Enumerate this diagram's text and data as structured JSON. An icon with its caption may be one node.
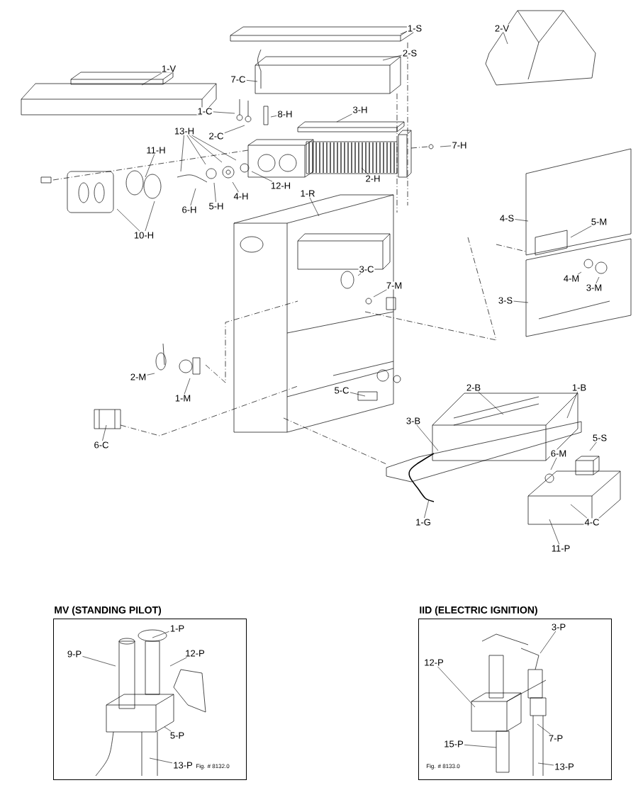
{
  "diagram": {
    "nodes": [
      {
        "text": [
          "1-S"
        ]
      },
      {
        "text": [
          "2-V"
        ]
      },
      {
        "text": [
          "1-V"
        ]
      },
      {
        "text": [
          "2-S"
        ]
      },
      {
        "text": [
          "7-C"
        ]
      },
      {
        "text": [
          "1-C"
        ]
      },
      {
        "text": [
          "2-C"
        ]
      },
      {
        "text": [
          "8-H"
        ]
      },
      {
        "text": [
          "3-H"
        ]
      },
      {
        "text": [
          "7-H"
        ]
      },
      {
        "text": [
          "13-H"
        ]
      },
      {
        "text": [
          "11-H"
        ]
      },
      {
        "text": [
          "2-H"
        ]
      },
      {
        "text": [
          "4-H"
        ]
      },
      {
        "text": [
          "12-H"
        ]
      },
      {
        "text": [
          "1-R"
        ]
      },
      {
        "text": [
          "5-H"
        ]
      },
      {
        "text": [
          "6-H"
        ]
      },
      {
        "text": [
          "10-H"
        ]
      },
      {
        "text": [
          "4-S"
        ]
      },
      {
        "text": [
          "5-M"
        ]
      },
      {
        "text": [
          "3-C"
        ]
      },
      {
        "text": [
          "7-M"
        ]
      },
      {
        "text": [
          "4-M"
        ]
      },
      {
        "text": [
          "3-M"
        ]
      },
      {
        "text": [
          "3-S"
        ]
      },
      {
        "text": [
          "2-M"
        ]
      },
      {
        "text": [
          "1-M"
        ]
      },
      {
        "text": [
          "5-C"
        ]
      },
      {
        "text": [
          "2-B"
        ]
      },
      {
        "text": [
          "1-B"
        ]
      },
      {
        "text": [
          "3-B"
        ]
      },
      {
        "text": [
          "6-M"
        ]
      },
      {
        "text": [
          "5-S"
        ]
      },
      {
        "text": [
          "6-C"
        ]
      },
      {
        "text": [
          "1-G"
        ]
      },
      {
        "text": [
          "4-C"
        ]
      },
      {
        "text": [
          "11-P"
        ]
      },
      {
        "text": [
          "MV (STANDING PILOT)",
          "Fig. # 8132.0"
        ]
      },
      {
        "text": [
          "1-P"
        ],
        "in": 38
      },
      {
        "text": [
          "9-P"
        ],
        "in": 38
      },
      {
        "text": [
          "12-P"
        ],
        "in": 38
      },
      {
        "text": [
          "5-P"
        ],
        "in": 38
      },
      {
        "text": [
          "13-P"
        ],
        "in": 38
      },
      {
        "text": [
          "IID (ELECTRIC IGNITION)",
          "Fig. # 8133.0"
        ]
      },
      {
        "text": [
          "3-P"
        ],
        "in": 44
      },
      {
        "text": [
          "12-P"
        ],
        "in": 44
      },
      {
        "text": [
          "15-P"
        ],
        "in": 44
      },
      {
        "text": [
          "7-P"
        ],
        "in": 44
      },
      {
        "text": [
          "13-P"
        ],
        "in": 44
      }
    ],
    "edges": [
      {
        "from": 0,
        "to": null,
        "arrow": "none"
      },
      {
        "from": 1,
        "to": null,
        "arrow": "none"
      },
      {
        "from": 2,
        "to": null,
        "arrow": "none"
      },
      {
        "from": 3,
        "to": null,
        "arrow": "none"
      },
      {
        "from": 4,
        "to": null,
        "arrow": "none"
      },
      {
        "from": 5,
        "to": null,
        "arrow": "none"
      },
      {
        "from": 6,
        "to": null,
        "arrow": "none"
      },
      {
        "from": 7,
        "to": null,
        "arrow": "none"
      },
      {
        "from": 8,
        "to": null,
        "arrow": "none"
      },
      {
        "from": 9,
        "to": null,
        "arrow": "none"
      },
      {
        "from": 10,
        "to": null,
        "arrow": "none"
      },
      {
        "from": 10,
        "to": null,
        "arrow": "none"
      },
      {
        "from": 10,
        "to": null,
        "arrow": "none"
      },
      {
        "from": 10,
        "to": null,
        "arrow": "none"
      },
      {
        "from": 11,
        "to": null,
        "arrow": "none"
      },
      {
        "from": 12,
        "to": null,
        "arrow": "none"
      },
      {
        "from": 13,
        "to": null,
        "arrow": "none"
      },
      {
        "from": 14,
        "to": null,
        "arrow": "none"
      },
      {
        "from": 15,
        "to": null,
        "arrow": "none"
      },
      {
        "from": 16,
        "to": null,
        "arrow": "none"
      },
      {
        "from": 17,
        "to": null,
        "arrow": "none"
      },
      {
        "from": 18,
        "to": null,
        "arrow": "none"
      },
      {
        "from": 18,
        "to": null,
        "arrow": "none"
      },
      {
        "from": 19,
        "to": null,
        "arrow": "none"
      },
      {
        "from": 20,
        "to": null,
        "arrow": "none"
      },
      {
        "from": 21,
        "to": null,
        "arrow": "none"
      },
      {
        "from": 22,
        "to": null,
        "arrow": "none"
      },
      {
        "from": 23,
        "to": null,
        "arrow": "none"
      },
      {
        "from": 24,
        "to": null,
        "arrow": "none"
      },
      {
        "from": 25,
        "to": null,
        "arrow": "none"
      },
      {
        "from": 26,
        "to": null,
        "arrow": "none"
      },
      {
        "from": 27,
        "to": null,
        "arrow": "none"
      },
      {
        "from": 28,
        "to": null,
        "arrow": "none"
      },
      {
        "from": 29,
        "to": null,
        "arrow": "none"
      },
      {
        "from": 30,
        "to": null,
        "arrow": "none"
      },
      {
        "from": 31,
        "to": null,
        "arrow": "none"
      },
      {
        "from": 32,
        "to": null,
        "arrow": "none"
      },
      {
        "from": 33,
        "to": null,
        "arrow": "none"
      },
      {
        "from": 34,
        "to": null,
        "arrow": "none"
      },
      {
        "from": 35,
        "to": null,
        "arrow": "none"
      },
      {
        "from": 36,
        "to": null,
        "arrow": "none"
      },
      {
        "from": 37,
        "to": null,
        "arrow": "none"
      },
      {
        "from": 39,
        "to": null,
        "arrow": "none"
      },
      {
        "from": 40,
        "to": null,
        "arrow": "none"
      },
      {
        "from": 41,
        "to": null,
        "arrow": "none"
      },
      {
        "from": 42,
        "to": null,
        "arrow": "none"
      },
      {
        "from": 43,
        "to": null,
        "arrow": "none"
      },
      {
        "from": 45,
        "to": null,
        "arrow": "none"
      },
      {
        "from": 46,
        "to": null,
        "arrow": "none"
      },
      {
        "from": 47,
        "to": null,
        "arrow": "none"
      },
      {
        "from": 48,
        "to": null,
        "arrow": "none"
      },
      {
        "from": 49,
        "to": null,
        "arrow": "none"
      }
    ]
  }
}
